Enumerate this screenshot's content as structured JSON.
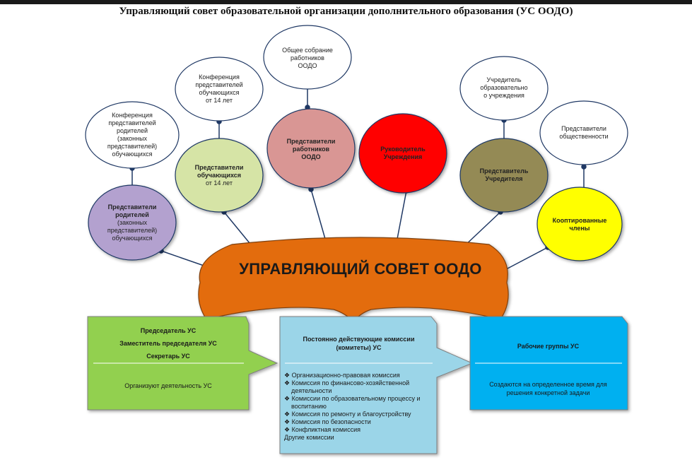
{
  "title": "Управляющий совет образовательной организации дополнительного образования (УС ООДО)",
  "colors": {
    "parents": "#b3a1cf",
    "students": "#d6e4a6",
    "workers": "#d99694",
    "director": "#ff0000",
    "founder": "#948a54",
    "coopted": "#ffff00",
    "banner": "#e36c09",
    "box_left": "#92d050",
    "box_center": "#9bd5e8",
    "box_right": "#00b0f0",
    "connector": "#1f3864"
  },
  "outer": {
    "parents": [
      "Конференция",
      "представителей",
      "родителей",
      "(законных",
      "представителей)",
      "обучающихся"
    ],
    "students": [
      "Конференция",
      "представителей",
      "обучающихся",
      "от 14 лет"
    ],
    "workers": [
      "Общее собрание",
      "работников",
      "ООДО"
    ],
    "founder": [
      "Учредитель",
      "образовательно",
      "о учреждения"
    ],
    "public": [
      "Представители",
      "общественности"
    ]
  },
  "inner": {
    "parents": {
      "bold": [
        "Представители",
        "родителей"
      ],
      "normal": [
        "(законных",
        "представителей)",
        "обучающихся"
      ]
    },
    "students": {
      "bold": [
        "Представители",
        "обучающихся"
      ],
      "normal": [
        "от 14 лет"
      ]
    },
    "workers": {
      "bold": [
        "Представители",
        "работников",
        "ООДО"
      ],
      "normal": []
    },
    "director": {
      "bold": [
        "Руководитель",
        "Учреждения"
      ],
      "normal": []
    },
    "founder": {
      "bold": [
        "Представитель",
        "Учредителя"
      ],
      "normal": []
    },
    "coopted": {
      "bold": [
        "Кооптированные",
        "члены"
      ],
      "normal": []
    }
  },
  "banner": "УПРАВЛЯЮЩИЙ СОВЕТ ООДО",
  "left_box": {
    "roles": [
      "Председатель УС",
      "Заместитель председателя УС",
      "Секретарь УС"
    ],
    "desc": "Организуют деятельность УС"
  },
  "center_box": {
    "title_lines": [
      "Постоянно действующие комиссии",
      "(комитеты) УС"
    ],
    "items": [
      "Организационно-правовая комиссия",
      "Комиссия по финансово-хозяйственной деятельности",
      "Комиссии по образовательному процессу и воспитанию",
      "Комиссия по ремонту и благоустройству",
      "Комиссия по безопасности",
      "Конфликтная комиссия"
    ],
    "footer": "Другие комиссии",
    "bullet": "❖"
  },
  "right_box": {
    "title": "Рабочие группы УС",
    "desc_lines": [
      "Создаются на определенное время для",
      "решения конкретной задачи"
    ]
  }
}
